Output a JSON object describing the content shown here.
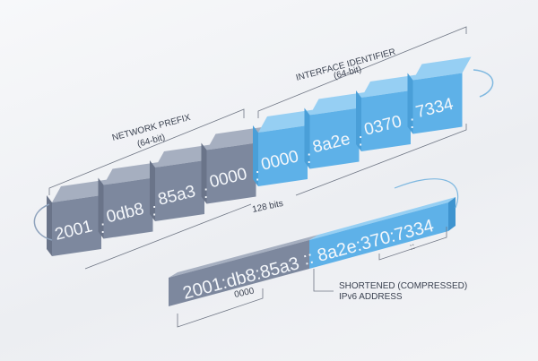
{
  "full_address": {
    "groups": [
      "2001",
      "0db8",
      "85a3",
      "0000",
      "0000",
      "8a2e",
      "0370",
      "7334"
    ],
    "separator": ":"
  },
  "labels": {
    "network_prefix": "NETWORK PREFIX",
    "network_prefix_bits": "(64-bit)",
    "interface_id": "INTERFACE IDENTIFIER",
    "interface_id_bits": "(64-bit)",
    "total_bits": "128 bits",
    "shortened_line1": "SHORTENED (COMPRESSED)",
    "shortened_line2": "IPv6 ADDRESS",
    "zero_note": "0000",
    "double_colon_note": "::"
  },
  "short_address": {
    "prefix_part": "2001:db8:85a3",
    "compress": "::",
    "suffix_part": "8a2e:370:7334"
  },
  "colors": {
    "prefix_front": "#7d889e",
    "prefix_top": "#a6afc0",
    "interface_front": "#5eb1e8",
    "interface_top": "#96cff3"
  }
}
